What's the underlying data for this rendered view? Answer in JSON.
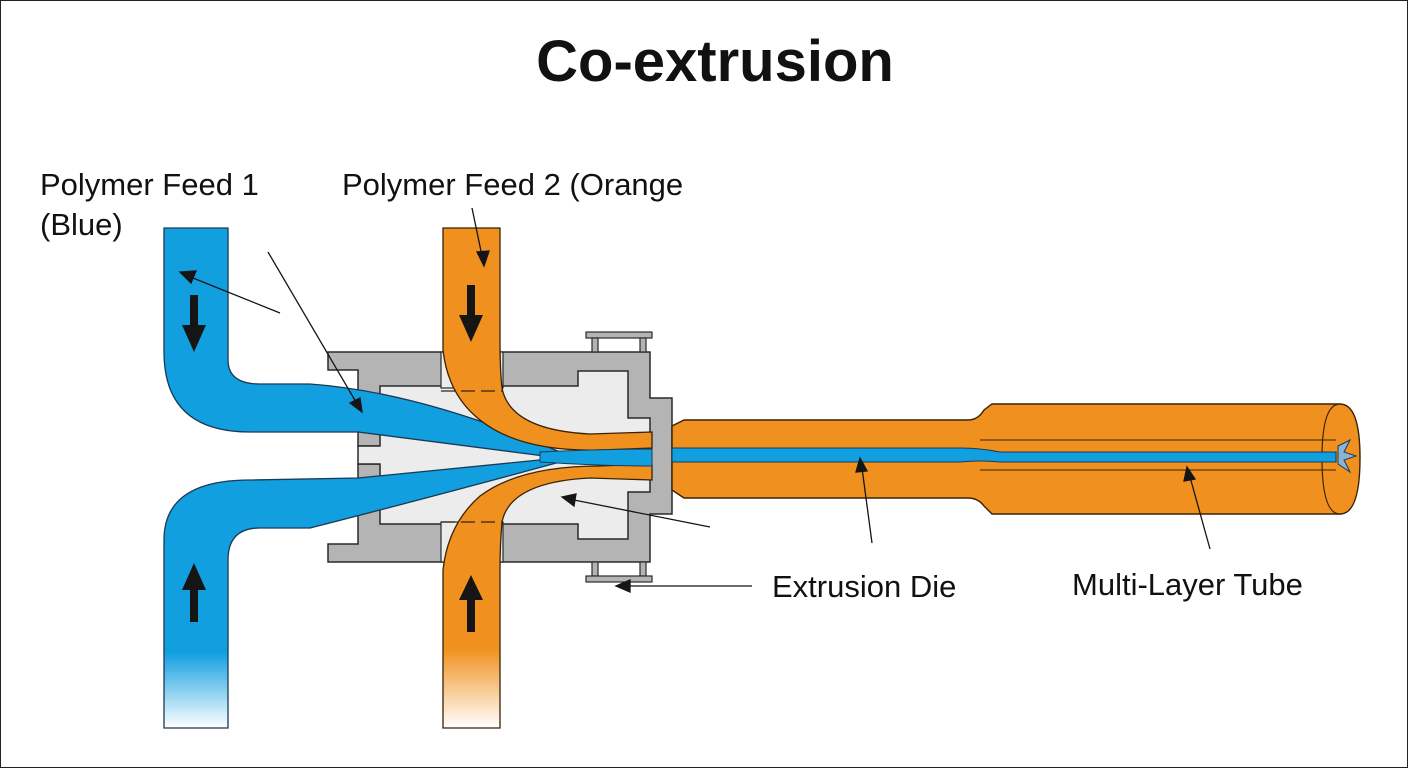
{
  "title": "Co-extrusion",
  "labels": {
    "feed1_line1": "Polymer Feed 1",
    "feed1_line2": "(Blue)",
    "feed2": "Polymer Feed 2 (Orange",
    "die": "Extrusion Die",
    "tube": "Multi-Layer Tube"
  },
  "components": [
    {
      "id": "feed-1",
      "name": "Polymer Feed 1",
      "material_color": "blue",
      "flow_direction": "into die"
    },
    {
      "id": "feed-2",
      "name": "Polymer Feed 2",
      "material_color": "orange",
      "flow_direction": "into die"
    },
    {
      "id": "die",
      "name": "Extrusion Die"
    },
    {
      "id": "tube",
      "name": "Multi-Layer Tube",
      "layers": [
        "orange outer",
        "blue core",
        "orange outer"
      ]
    }
  ],
  "colors": {
    "blue_polymer": "#119fe0",
    "orange_polymer": "#f0911f",
    "die_body": "#b4b4b4",
    "die_cavity": "#ececec",
    "outline": "#2a2a2a",
    "arrow": "#151515"
  }
}
